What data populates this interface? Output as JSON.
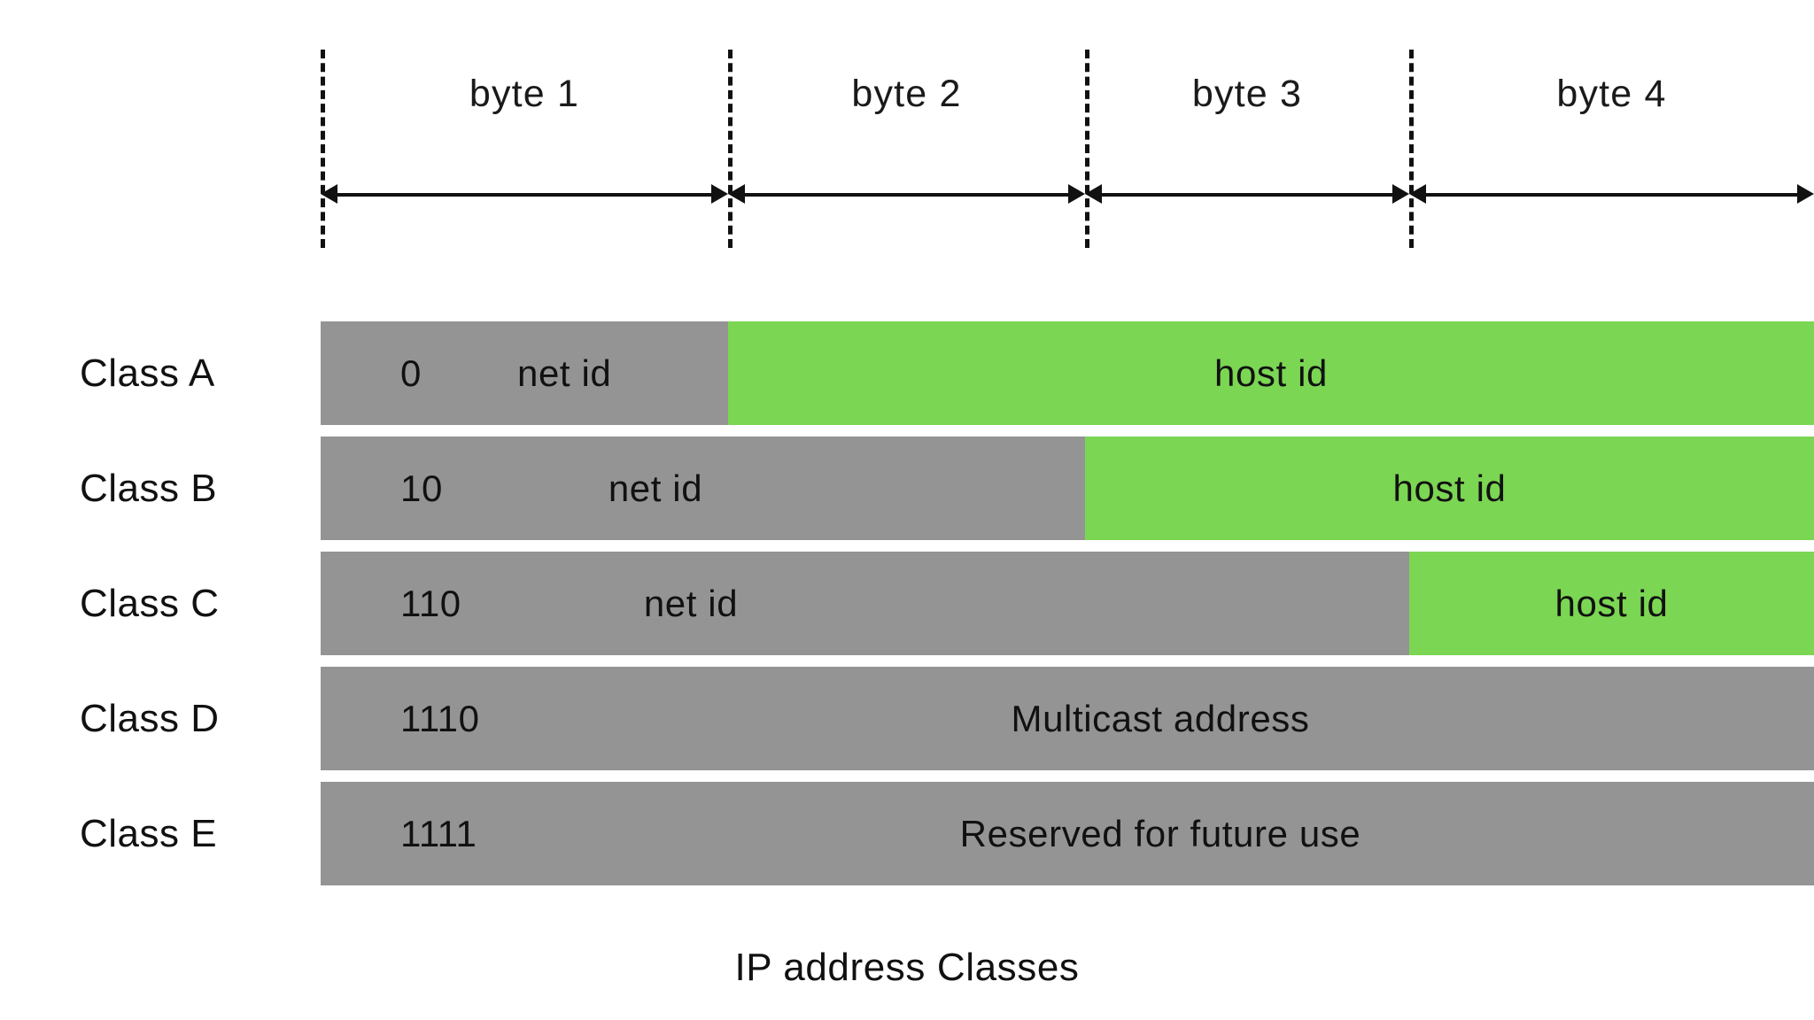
{
  "figure": {
    "caption": "IP address Classes",
    "colors": {
      "net_id_fill": "#949494",
      "host_id_fill": "#7BD653",
      "line": "#111111",
      "background": "#FFFFFF"
    }
  },
  "ruler": {
    "bytes": [
      {
        "label": "byte 1"
      },
      {
        "label": "byte 2"
      },
      {
        "label": "byte 3"
      },
      {
        "label": "byte 4"
      }
    ]
  },
  "rows": [
    {
      "label": "Class A",
      "prefix": "0",
      "net_label": "net id",
      "host_label": "host id",
      "net_bytes": 1,
      "host_bytes": 3
    },
    {
      "label": "Class B",
      "prefix": "10",
      "net_label": "net id",
      "host_label": "host id",
      "net_bytes": 2,
      "host_bytes": 2
    },
    {
      "label": "Class C",
      "prefix": "110",
      "net_label": "net id",
      "host_label": "host id",
      "net_bytes": 3,
      "host_bytes": 1
    },
    {
      "label": "Class D",
      "prefix": "1110",
      "net_label": "Multicast address",
      "host_label": "",
      "net_bytes": 4,
      "host_bytes": 0
    },
    {
      "label": "Class E",
      "prefix": "1111",
      "net_label": "Reserved for future use",
      "host_label": "",
      "net_bytes": 4,
      "host_bytes": 0
    }
  ]
}
